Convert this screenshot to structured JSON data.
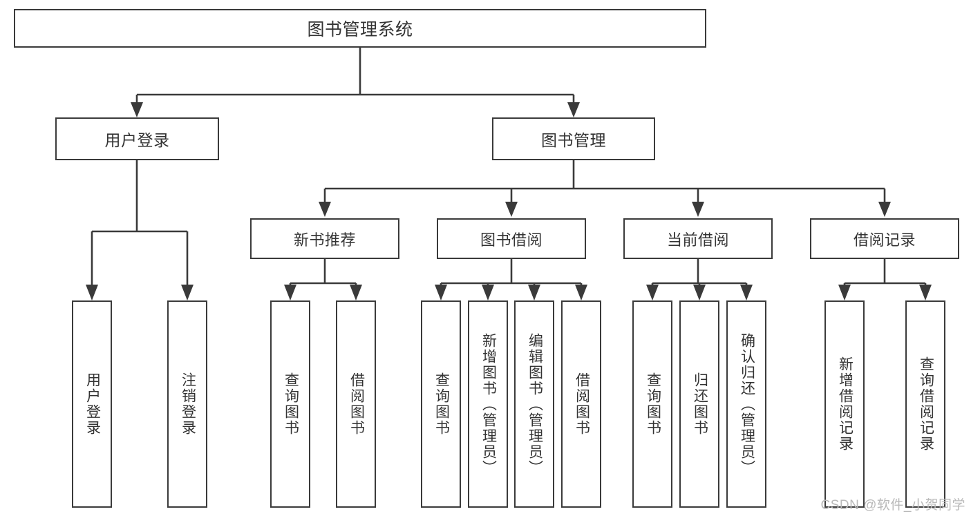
{
  "diagram": {
    "title": "图书管理系统",
    "watermark": "CSDN @软件_小贺同学",
    "arrow_color": "#3a3a3a",
    "box_border_color": "#3a3a3a",
    "text_color": "#333333",
    "background_color": "#ffffff",
    "root": {
      "label": "图书管理系统"
    },
    "level2": [
      {
        "label": "用户登录"
      },
      {
        "label": "图书管理"
      }
    ],
    "level3": [
      {
        "label": "新书推荐"
      },
      {
        "label": "图书借阅"
      },
      {
        "label": "当前借阅"
      },
      {
        "label": "借阅记录"
      }
    ],
    "leaves": {
      "user_login": [
        {
          "label": "用户登录"
        },
        {
          "label": "注销登录"
        }
      ],
      "new_book_recommend": [
        {
          "label": "查询图书"
        },
        {
          "label": "借阅图书"
        }
      ],
      "book_borrow": [
        {
          "label": "查询图书"
        },
        {
          "label": "新增图书（管理员）"
        },
        {
          "label": "编辑图书（管理员）"
        },
        {
          "label": "借阅图书"
        }
      ],
      "current_borrow": [
        {
          "label": "查询图书"
        },
        {
          "label": "归还图书"
        },
        {
          "label": "确认归还（管理员）"
        }
      ],
      "borrow_record": [
        {
          "label": "新增借阅记录"
        },
        {
          "label": "查询借阅记录"
        }
      ]
    }
  }
}
